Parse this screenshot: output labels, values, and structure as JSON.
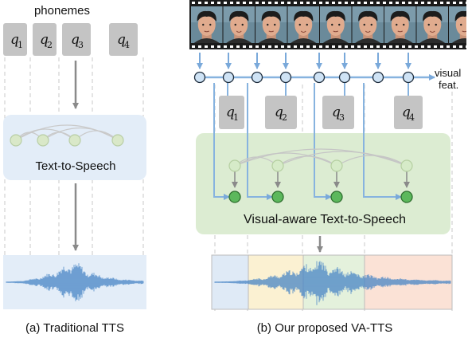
{
  "left_panel": {
    "header": "phonemes",
    "phonemes": [
      {
        "base": "q",
        "sub": "1"
      },
      {
        "base": "q",
        "sub": "2"
      },
      {
        "base": "q",
        "sub": "3"
      },
      {
        "base": "q",
        "sub": "4"
      }
    ],
    "module_label": "Text-to-Speech",
    "caption": "(a) Traditional TTS"
  },
  "right_panel": {
    "phonemes": [
      {
        "base": "q",
        "sub": "1"
      },
      {
        "base": "q",
        "sub": "2"
      },
      {
        "base": "q",
        "sub": "3"
      },
      {
        "base": "q",
        "sub": "4"
      }
    ],
    "visual_label_line1": "visual",
    "visual_label_line2": "feat.",
    "module_label": "Visual-aware Text-to-Speech",
    "caption": "(b) Our proposed VA-TTS"
  },
  "colors": {
    "phoneme_box": "#c4c4c4",
    "tts_module": "#e3edf8",
    "va_module": "#dcecd2",
    "visual_node": "#cfe3f5",
    "green_node": "#5cb85c",
    "pale_green_node": "#d6ebc8",
    "arrow_blue": "#87b3df",
    "arrow_gray": "#8a8a8a",
    "wave_blue": "#4a86c5",
    "segment_blue": "#dfeaf6",
    "segment_yellow": "#fbf1d2",
    "segment_green": "#e4f1dc",
    "segment_peach": "#fbe2d6"
  },
  "icons": [
    "face-frame-icon",
    "waveform-icon",
    "arrow-icon"
  ]
}
